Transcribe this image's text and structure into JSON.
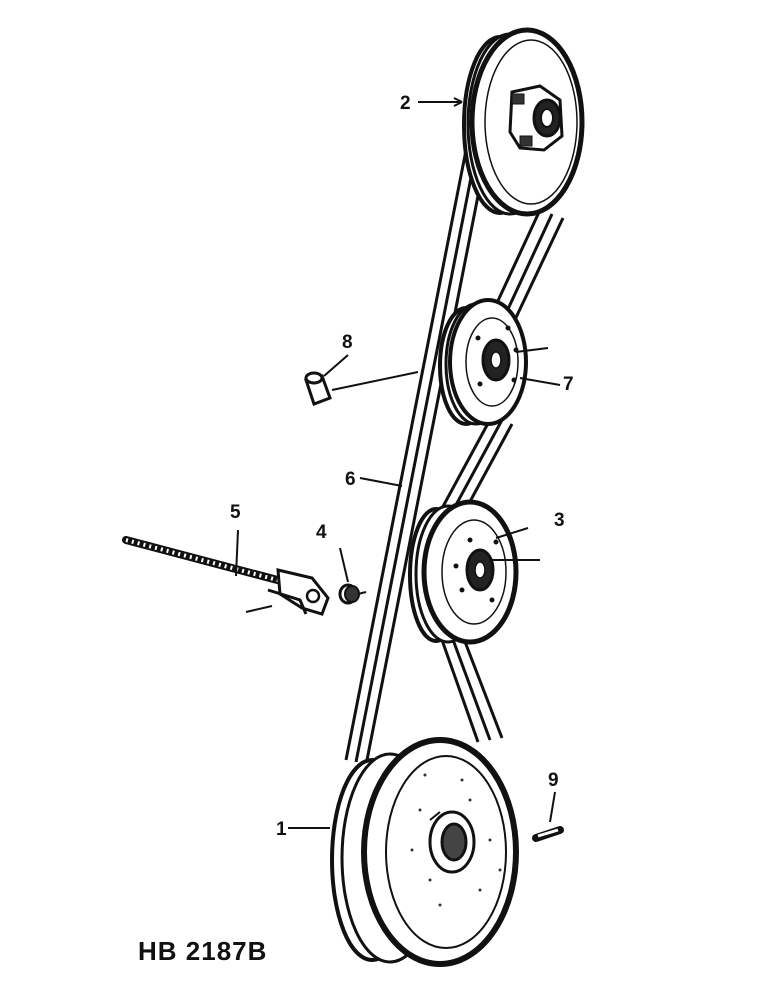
{
  "drawing_code": "HB 2187B",
  "callouts": [
    {
      "id": "1",
      "text": "1"
    },
    {
      "id": "2",
      "text": "2"
    },
    {
      "id": "3",
      "text": "3"
    },
    {
      "id": "4",
      "text": "4"
    },
    {
      "id": "5",
      "text": "5"
    },
    {
      "id": "6",
      "text": "6"
    },
    {
      "id": "7",
      "text": "7"
    },
    {
      "id": "8",
      "text": "8"
    },
    {
      "id": "9",
      "text": "9"
    }
  ]
}
